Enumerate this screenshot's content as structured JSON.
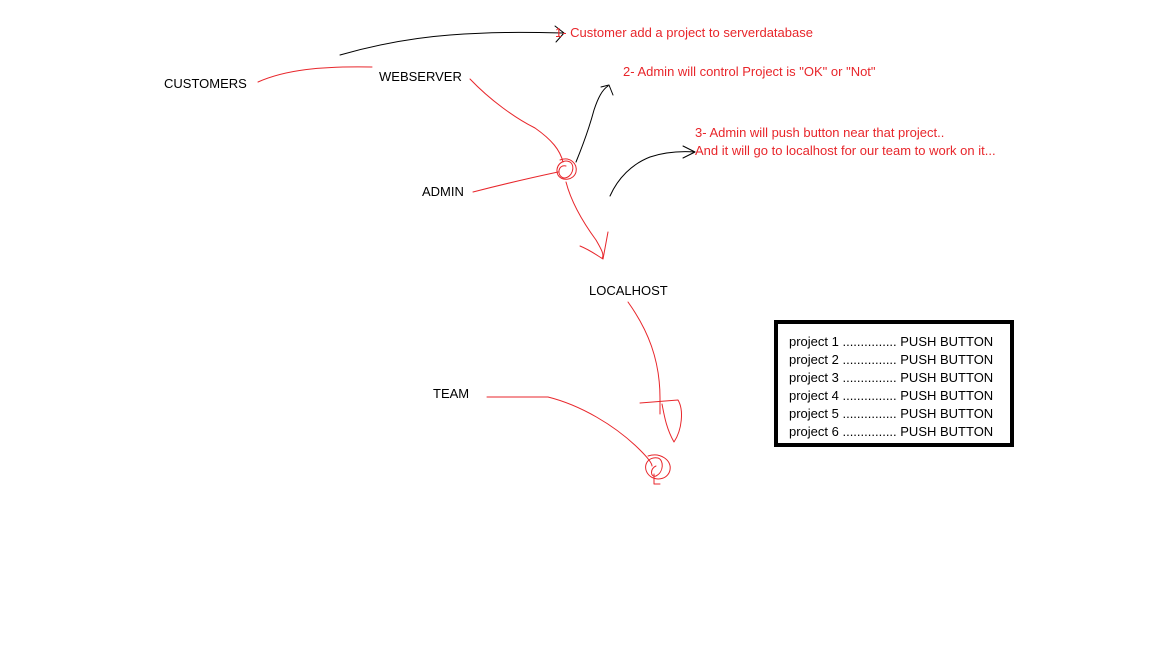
{
  "labels": {
    "customers": "CUSTOMERS",
    "webserver": "WEBSERVER",
    "admin": "ADMIN",
    "localhost": "LOCALHOST",
    "team": "TEAM"
  },
  "notes": {
    "step1": "1- Customer add a project to serverdatabase",
    "step2": "2- Admin will control Project is \"OK\" or \"Not\"",
    "step3_line1": "3- Admin will push button near that project..",
    "step3_line2": "And it will go to localhost for our team to work on it..."
  },
  "projects": [
    "project 1 ............... PUSH BUTTON",
    "project 2 ............... PUSH BUTTON",
    "project 3 ............... PUSH BUTTON",
    "project 4 ............... PUSH BUTTON",
    "project 5 ............... PUSH BUTTON",
    "project 6 ............... PUSH BUTTON"
  ],
  "colors": {
    "note_text": "#e8262b",
    "sketch_red": "#e8262b",
    "sketch_black": "#000000"
  }
}
